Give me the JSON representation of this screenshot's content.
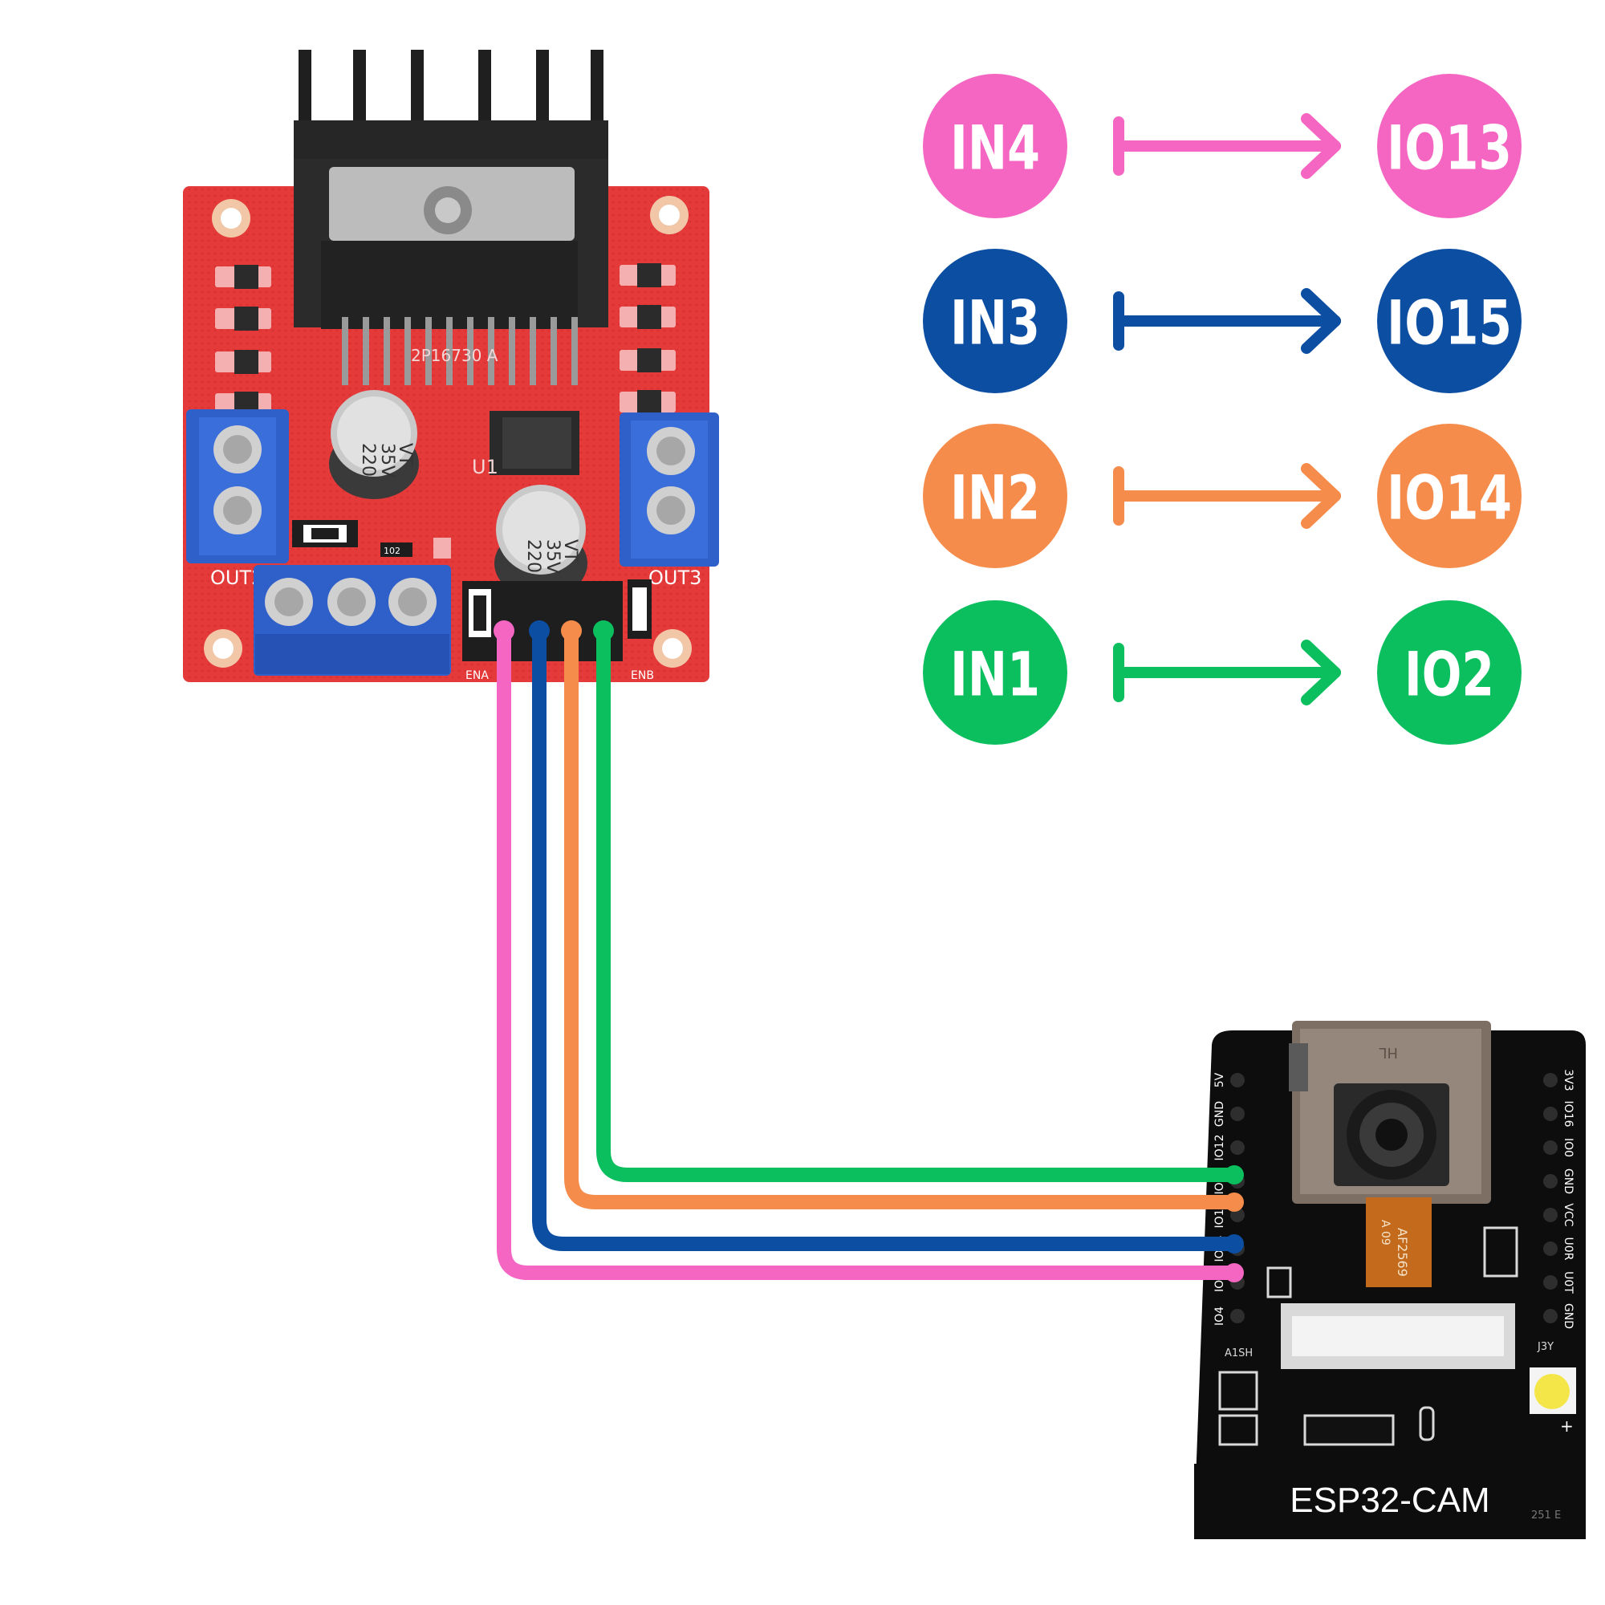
{
  "colors": {
    "in4": "#f466c2",
    "in3": "#0b4ea2",
    "in2": "#f58c4b",
    "in1": "#0bbf5f"
  },
  "mapping": [
    {
      "from": "IN4",
      "to": "IO13",
      "color": "#f466c2"
    },
    {
      "from": "IN3",
      "to": "IO15",
      "color": "#0b4ea2"
    },
    {
      "from": "IN2",
      "to": "IO14",
      "color": "#f58c4b"
    },
    {
      "from": "IN1",
      "to": "IO2",
      "color": "#0bbf5f"
    }
  ],
  "driver_board": {
    "capacitor_1": {
      "line1": "220",
      "line2": "35V",
      "line3": "VT"
    },
    "capacitor_2": {
      "line1": "220",
      "line2": "35V",
      "line3": "VT"
    },
    "chip_marking": "2P16730 A",
    "out2_label": "OUT2",
    "out3_label": "OUT3",
    "ena_label": "ENA",
    "enb_label": "ENB",
    "resistor_label": "102",
    "u1_label": "U1"
  },
  "esp32_board": {
    "name": "ESP32-CAM",
    "left_pins": [
      "5V",
      "GND",
      "IO12",
      "IO13",
      "IO15",
      "IO14",
      "IO2",
      "IO4"
    ],
    "right_pins": [
      "3V3",
      "IO16",
      "IO0",
      "GND",
      "VCC",
      "U0R",
      "U0T",
      "GND"
    ],
    "camera_flex": "AF2569",
    "camera_code": "A 09",
    "hl_mark": "HL",
    "a1sh_mark": "A1SH",
    "j3y_mark": "J3Y",
    "corner_code": "251 E",
    "plus_mark": "+"
  }
}
